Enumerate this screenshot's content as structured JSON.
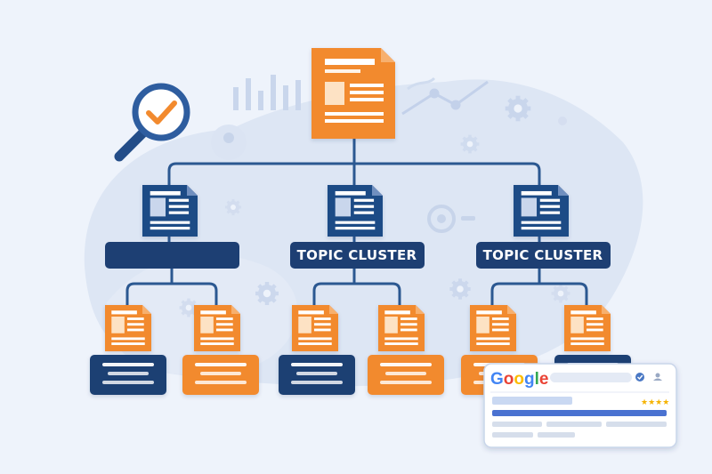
{
  "diagram": {
    "cluster_labels": [
      "",
      "TOPIC CLUSTER",
      "TOPIC CLUSTER"
    ]
  },
  "search_card": {
    "brand": "Google"
  },
  "colors": {
    "navy": "#1f4b86",
    "navy_dark": "#1d3f73",
    "orange": "#f28a2e",
    "orange_dark": "#e07a22",
    "connector": "#2b5891",
    "background": "#eef3fb",
    "google_blue": "#4285f4",
    "google_red": "#ea4335",
    "google_yellow": "#fbbc05",
    "google_green": "#34a853"
  },
  "icons": [
    "magnifier-check-icon",
    "bar-chart-icon",
    "gear-icon",
    "line-chart-icon",
    "verified-check-icon",
    "rating-stars-icon"
  ]
}
